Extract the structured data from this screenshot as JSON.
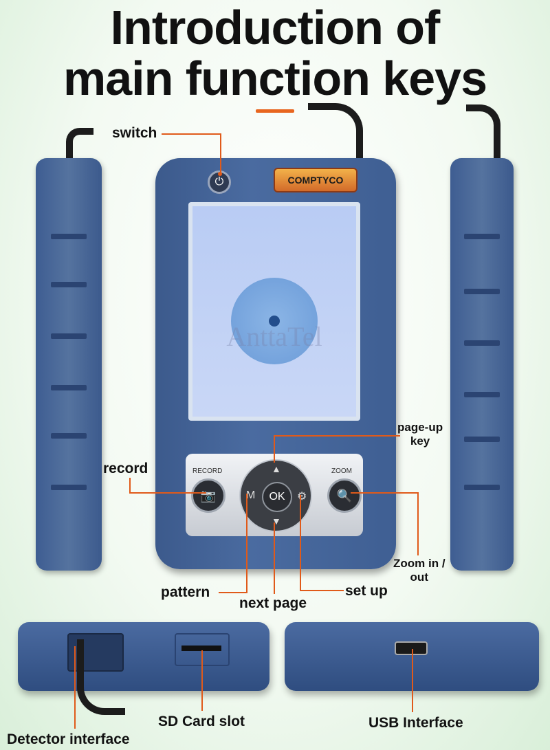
{
  "title": {
    "line1": "Introduction of",
    "line2": "main function keys"
  },
  "device": {
    "brand": "COMPTYCO",
    "watermark": "AnttaTel",
    "panel": {
      "record": "RECORD",
      "zoom": "ZOOM",
      "ok": "OK",
      "mode": "M"
    }
  },
  "labels": {
    "switch": "switch",
    "record": "record",
    "page_up_1": "page-up",
    "page_up_2": "key",
    "zoom_1": "Zoom in /",
    "zoom_2": "out",
    "pattern": "pattern",
    "next_page": "next page",
    "set_up": "set up",
    "sd_card": "SD Card slot",
    "detector": "Detector interface",
    "usb": "USB Interface"
  },
  "colors": {
    "accent": "#e8651f",
    "device": "#4a6ba0"
  },
  "icons": [
    "power-icon",
    "camera-icon",
    "settings-icon",
    "magnifier-icon",
    "arrow-up-icon",
    "arrow-down-icon"
  ]
}
